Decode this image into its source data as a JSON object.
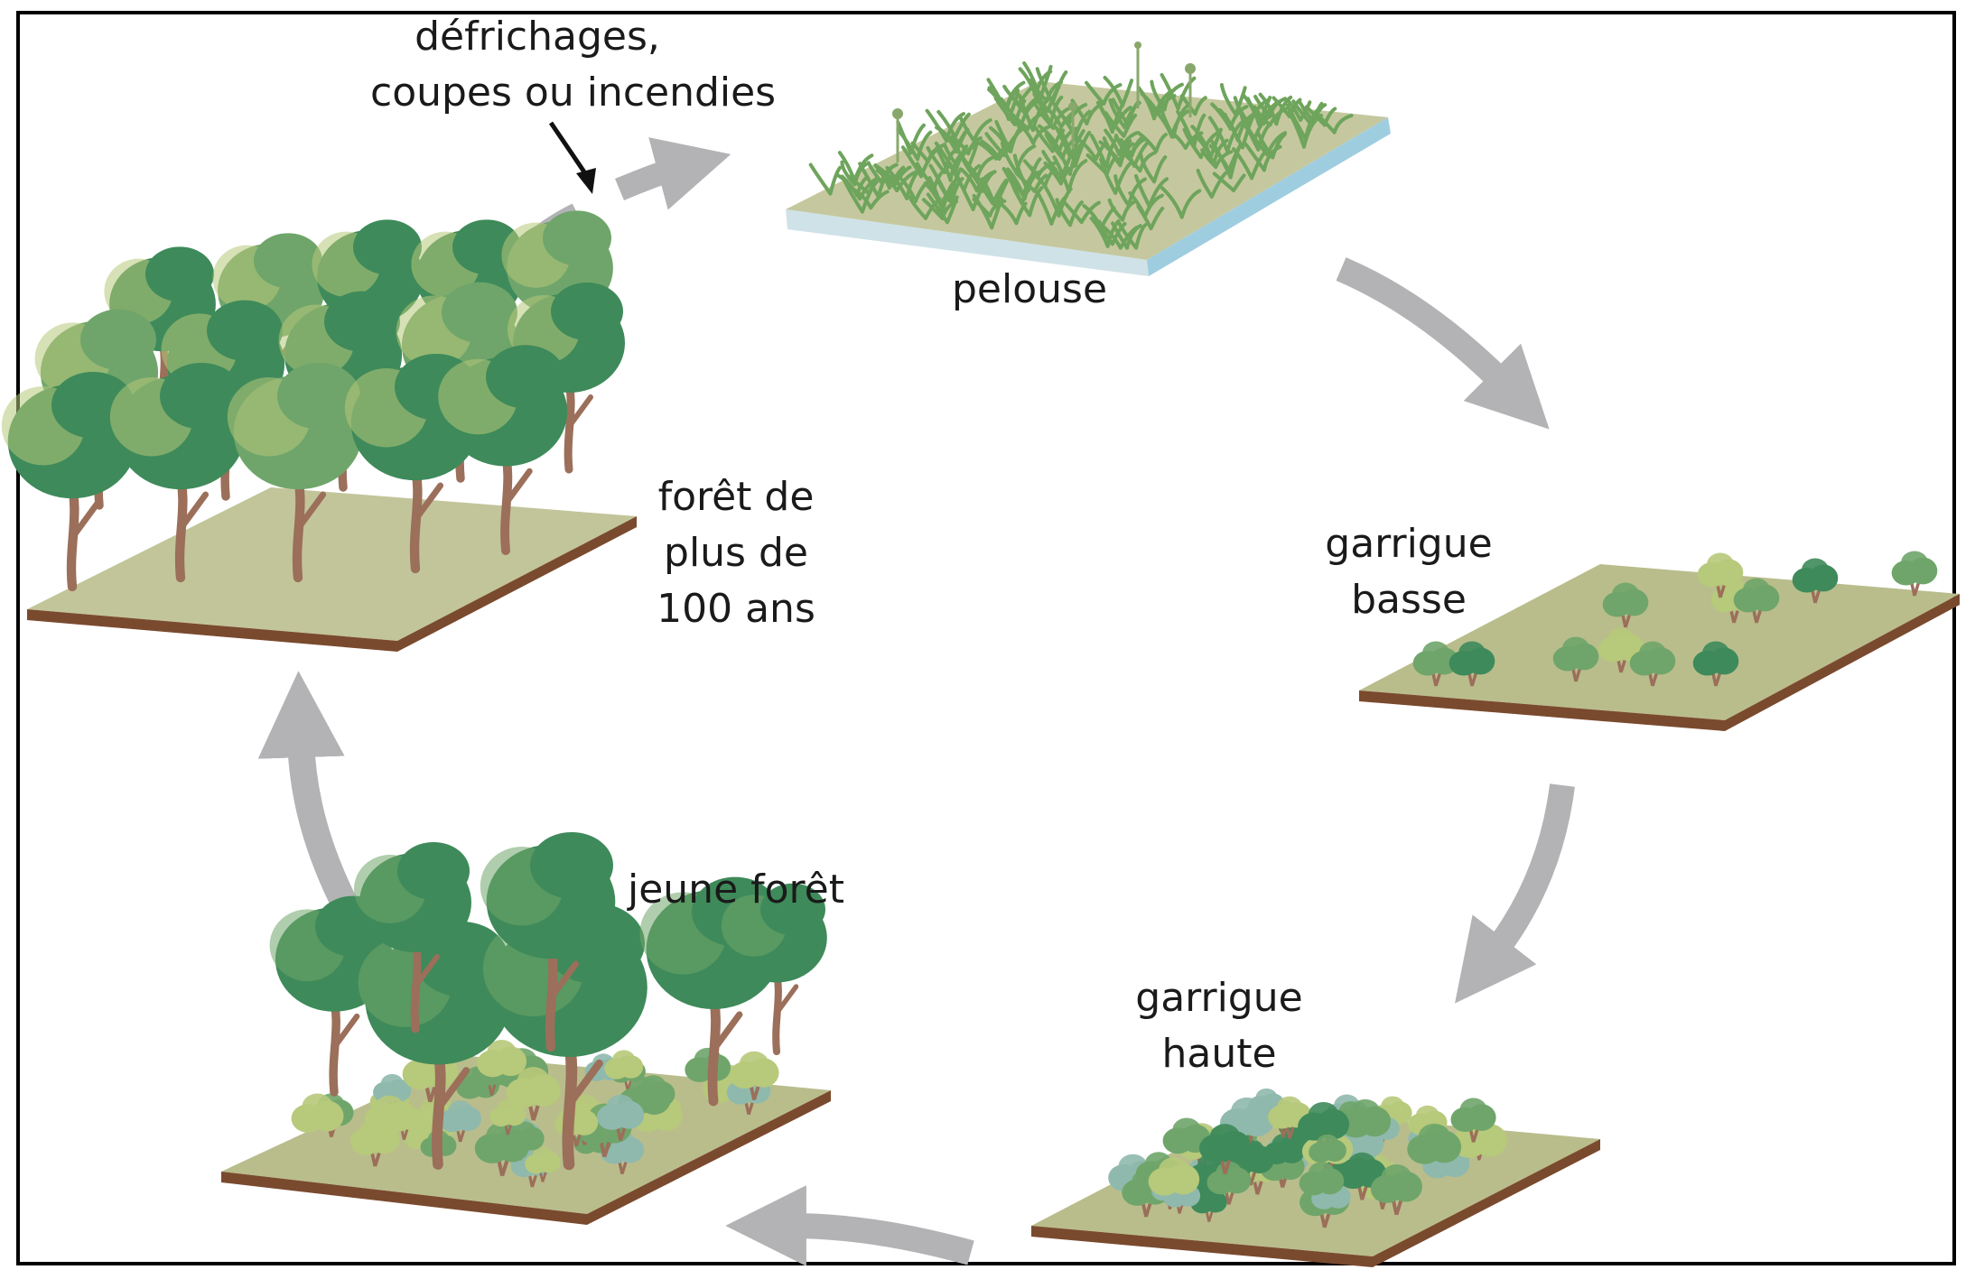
{
  "labels": {
    "disturbance_line1": "défrichages,",
    "disturbance_line2": "coupes ou incendies",
    "stage_lawn": "pelouse",
    "stage_low_garrigue_line1": "garrigue",
    "stage_low_garrigue_line2": "basse",
    "stage_high_garrigue_line1": "garrigue",
    "stage_high_garrigue_line2": "haute",
    "stage_young_forest": "jeune forêt",
    "stage_old_forest_line1": "forêt de",
    "stage_old_forest_line2": "plus de",
    "stage_old_forest_line3": "100 ans"
  },
  "colors": {
    "arrow_gray": "#b3b3b5",
    "ground_top": "#b9bd8c",
    "ground_edge_soil": "#7a4a2e",
    "lawn_edge": "#a9cfdc",
    "foliage_dark": "#3e8a5a",
    "foliage_mid": "#6fa56a",
    "foliage_light": "#b7c97a",
    "shrub_blue": "#8fb9ad",
    "trunk": "#9b6f5a"
  }
}
